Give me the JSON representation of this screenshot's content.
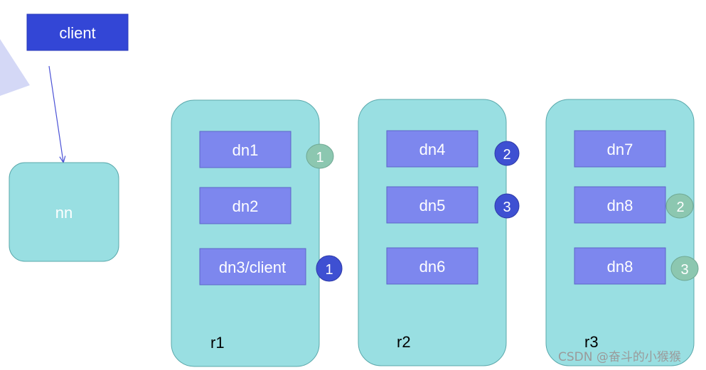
{
  "client": {
    "label": "client"
  },
  "namenode": {
    "label": "nn"
  },
  "racks": [
    {
      "label": "r1",
      "datanodes": [
        {
          "label": "dn1",
          "badge": "1",
          "badge_style": "light"
        },
        {
          "label": "dn2",
          "badge": "",
          "badge_style": "none"
        },
        {
          "label": "dn3/client",
          "badge": "1",
          "badge_style": "dark"
        }
      ]
    },
    {
      "label": "r2",
      "datanodes": [
        {
          "label": "dn4",
          "badge": "2",
          "badge_style": "dark"
        },
        {
          "label": "dn5",
          "badge": "3",
          "badge_style": "dark"
        },
        {
          "label": "dn6",
          "badge": "",
          "badge_style": "none"
        }
      ]
    },
    {
      "label": "r3",
      "datanodes": [
        {
          "label": "dn7",
          "badge": "",
          "badge_style": "none"
        },
        {
          "label": "dn8",
          "badge": "2",
          "badge_style": "light"
        },
        {
          "label": "dn8",
          "badge": "3",
          "badge_style": "light"
        }
      ]
    }
  ],
  "watermark": "CSDN @奋斗的小猴猴",
  "colors": {
    "client_box": "#3346d6",
    "rack_fill": "#99dfe2",
    "rack_stroke": "#5aa8ab",
    "datanode_fill": "#7d87ee",
    "datanode_stroke": "#5d66c8",
    "badge_dark": "#3e50d2",
    "badge_light": "#8cc7b0",
    "arrow": "#4b52d6",
    "triangle": "#d4d8f6"
  }
}
